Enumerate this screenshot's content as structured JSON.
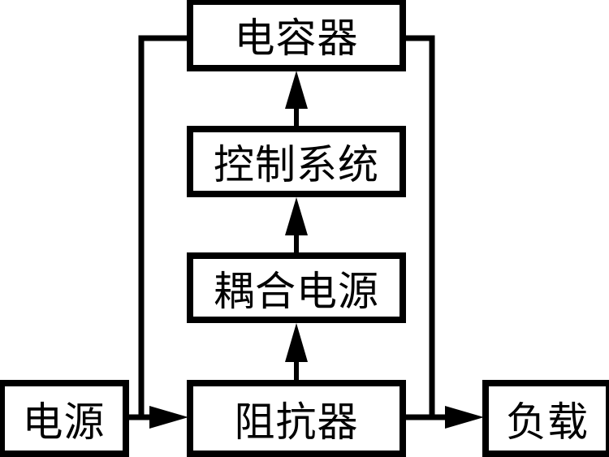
{
  "diagram": {
    "type": "block-diagram",
    "nodes": [
      {
        "id": "capacitor",
        "label": "电容器"
      },
      {
        "id": "control",
        "label": "控制系统"
      },
      {
        "id": "coupling",
        "label": "耦合电源"
      },
      {
        "id": "impedance",
        "label": "阻抗器"
      },
      {
        "id": "power",
        "label": "电源"
      },
      {
        "id": "load",
        "label": "负载"
      }
    ],
    "edges": [
      {
        "from": "power",
        "to": "impedance",
        "arrow": true
      },
      {
        "from": "impedance",
        "to": "load",
        "arrow": true
      },
      {
        "from": "impedance",
        "to": "coupling",
        "arrow": true
      },
      {
        "from": "coupling",
        "to": "control",
        "arrow": true
      },
      {
        "from": "control",
        "to": "capacitor",
        "arrow": true
      },
      {
        "from": "capacitor",
        "to": "power-impedance-line",
        "arrow": false,
        "note": "left bypass wire"
      },
      {
        "from": "capacitor",
        "to": "impedance-load-line",
        "arrow": false,
        "note": "right bypass wire"
      }
    ],
    "colors": {
      "line": "#000000",
      "background": "#ffffff"
    }
  }
}
